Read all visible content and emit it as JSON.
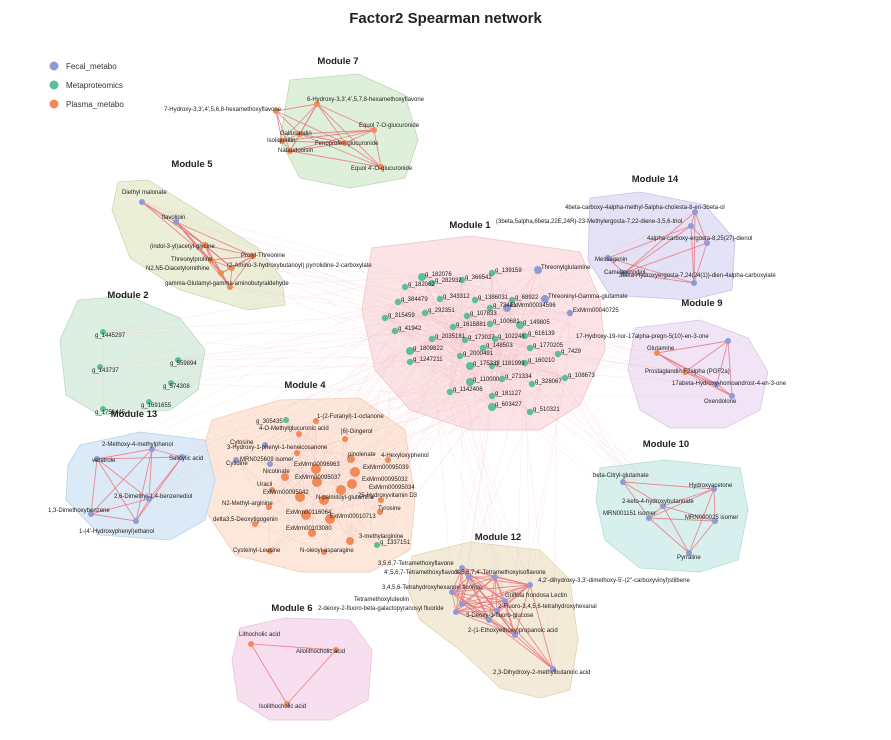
{
  "title": "Factor2 Spearman network",
  "legend": [
    {
      "label": "Fecal_metabo",
      "color": "#8f9bd6"
    },
    {
      "label": "Metaproteomics",
      "color": "#5dbf98"
    },
    {
      "label": "Plasma_metabo",
      "color": "#f28a56"
    }
  ],
  "modules": [
    {
      "name": "Module 7",
      "fill": "#dff0da",
      "stroke": "#b9dab1"
    },
    {
      "name": "Module 5",
      "fill": "#ebefd8",
      "stroke": "#cfd6b2"
    },
    {
      "name": "Module 14",
      "fill": "#e4e2f6",
      "stroke": "#c7c2ea"
    },
    {
      "name": "Module 1",
      "fill": "#fbe3e6",
      "stroke": "#efc4ca"
    },
    {
      "name": "Module 2",
      "fill": "#dcefe2",
      "stroke": "#b7dbc3"
    },
    {
      "name": "Module 9",
      "fill": "#f0e4f6",
      "stroke": "#dcc5e8"
    },
    {
      "name": "Module 4",
      "fill": "#fde7da",
      "stroke": "#f4cbb3"
    },
    {
      "name": "Module 13",
      "fill": "#dbeaf6",
      "stroke": "#b7d3ea"
    },
    {
      "name": "Module 10",
      "fill": "#d8f0ed",
      "stroke": "#b1dcd6"
    },
    {
      "name": "Module 12",
      "fill": "#f3ead8",
      "stroke": "#e2d2b2"
    },
    {
      "name": "Module 6",
      "fill": "#f8dff0",
      "stroke": "#ebc0de"
    }
  ],
  "labels": {
    "m7": [
      "6-Hydroxy-3,3',4',5,7,8-hexamethoxyflavone",
      "7-Hydroxy-3,3',4',5,6,8-hexamethoxyflavone",
      "Gallusaodin",
      "Isoliquiritin",
      "Natauduoisin",
      "Fenoprofen glucuronide",
      "Equol 7-O-glucuronide",
      "Equol 4'-O-glucuronide"
    ],
    "m5": [
      "Diethyl malonate",
      "flavolipin",
      "(indol-3-yl)acetyl-glycine",
      "Threonylproline",
      "Prolyl-Threonine",
      "N2,N5-Diacetylornithine",
      "(2-Amino-3-hydroxybutanoyl) pyrrolidine-2-carboxylate",
      "gamma-Glutamyl-gamma-aminobutyraldehyde"
    ],
    "m14": [
      "4beta-carboxy-4alpha-methyl-5alpha-cholesta-8-en-3beta-ol",
      "(3beta,5alpha,6beta,22E,24R)-23-Methylergosta-7,22-diene-3,5,6-triol",
      "4alpha-carboxy-ergosta-8,25(27)-dienol",
      "Messagenin",
      "Camelleenodiol",
      "3beta-Hydroxyergosta-7,24(24(1))-dien-4alpha-carboxylate"
    ],
    "m1": [
      "g_182076",
      "g_182062",
      "g_282932",
      "g_366542",
      "g_139159",
      "Threonylglutamine",
      "g_384479",
      "g_343312",
      "g_1386031",
      "g_68922",
      "Threoninyl-Gamma-glutamate",
      "g_315459",
      "g_292351",
      "g_107833",
      "g_73441",
      "ExMrm00034596",
      "ExMrm00040725",
      "g_41942",
      "g_1615881",
      "g_100681",
      "g_149805",
      "g_2035181",
      "g_173027",
      "g_102248",
      "g_616139",
      "g_1809822",
      "g_148503",
      "g_1770205",
      "g_2000491",
      "g_1247211",
      "g_175333",
      "g_1181999",
      "g_160210",
      "g_7429",
      "g_271334",
      "g_110000",
      "g_108673",
      "g_328067",
      "g_1142406",
      "g_181127",
      "g_603427",
      "g_510321"
    ],
    "m2": [
      "g_1445297",
      "g_559894",
      "g_143737",
      "g_574308",
      "g_1691655",
      "g_1756445"
    ],
    "m9": [
      "17-Hydroxy-19-nor-17alpha-pregn-5(10)-en-3-one",
      "Glutamine",
      "Prostaglandin F2alpha (PGF2a)",
      "17abeta-Hydroxy-homoandrost-4-en-3-one",
      "Oxendolone"
    ],
    "m4": [
      "1-(2-Furanyl)-1-octanone",
      "g_305435",
      "4-O-Methylglucuronic acid",
      "Cytosine",
      "[6]-Gingerol",
      "Cytidine",
      "3-Hydroxy-1-phenyl-1-heneicosanone",
      "pinolenate",
      "4-Hexyloxyphenol",
      "MRN025609 isomer",
      "ExMrm00096963",
      "ExMrm00095039",
      "Nicotinate",
      "ExMrm00095037",
      "ExMrm00095032",
      "Uracil",
      "ExMrm00095034",
      "ExMrm00095042",
      "N-palmitoyl-glutamine",
      "25-Hydroxyvitamin D3",
      "N2-Methyl-arginine",
      "Tyrosine",
      "ExMrm00116064",
      "ExMrm00010713",
      "delta3,5-Deoxytigogenin",
      "ExMrm00103080",
      "3-methylarginine",
      "g_1337151",
      "Cysteinyl-Leucine",
      "N-oleoyl-asparagine"
    ],
    "m13": [
      "2-Methoxy-4-methylphenol",
      "veratrole",
      "Salicylic acid",
      "2,6-Dimethyl-1,4-benzenediol",
      "1,3-Dimethoxybenzene",
      "1-(4'-Hydroxyphenyl)ethanol"
    ],
    "m10": [
      "beta-Citryl-glutamate",
      "Hydroxyacetone",
      "2-keto-4-hydroxybutanoate",
      "MRN001151 isomer",
      "MRN000025 isomer",
      "Pyrraline"
    ],
    "m12": [
      "3,5,6,7-Tetramethoxyflavone",
      "4',5,6,7-Tetramethoxyflavone",
      "3',5,6,7,4'-Tetramethoxyisoflavone",
      "4,2'-dihydroxy-3,3'-dimethoxy-5'-(2''-carboxyvinyl)stilbene",
      "3,4,5,6-Tetrahydroxyhexanoyl fluoride",
      "Griffola frondosa Lectin",
      "Tetramethoxyluteolin",
      "2-deoxy-2-fluoro-beta-galactopyranosyl fluoride",
      "2-Fluoro-3,4,5,6-tetrahydroxyhexanal",
      "3-Deoxy-3-fluoro-glucose",
      "2-(1-Ethoxyethoxy)propanoic acid",
      "2,3-Dihydroxy-2-methylbutanoic acid"
    ],
    "m6": [
      "Lithocholic acid",
      "Allolithocholic acid",
      "Isolithocholic acid"
    ]
  },
  "node_colors": {
    "fecal": "#8f9bd6",
    "meta": "#5dbf98",
    "plasma": "#f28a56",
    "edge_red": "#e8707a",
    "edge_faint": "#f3c4c8"
  }
}
